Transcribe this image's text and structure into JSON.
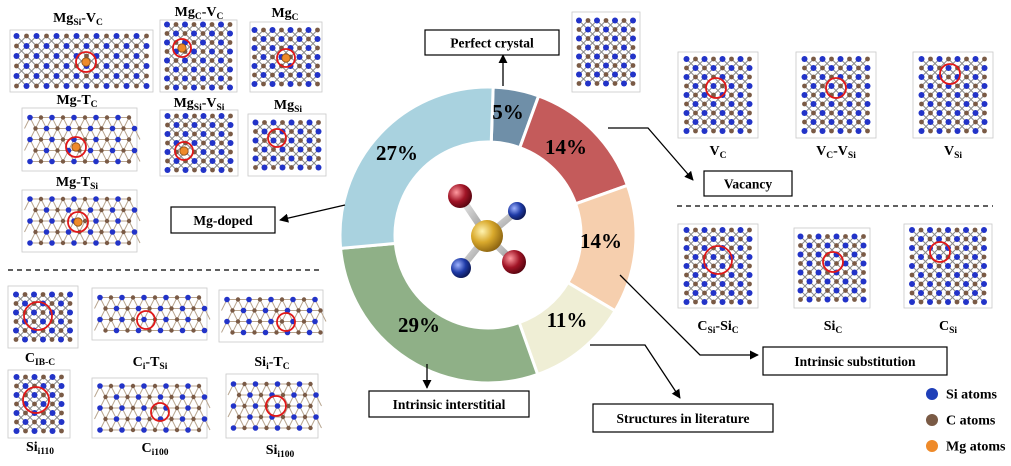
{
  "chart_data": {
    "type": "pie",
    "style": "donut",
    "slices": [
      {
        "key": "perfect",
        "value": 5,
        "label": "5%",
        "color": "#6f8fa8"
      },
      {
        "key": "vacancy",
        "value": 14,
        "label": "14%",
        "color": "#c45b5b"
      },
      {
        "key": "substitution",
        "value": 14,
        "label": "14%",
        "color": "#f6cfae"
      },
      {
        "key": "literature",
        "value": 11,
        "label": "11%",
        "color": "#efeed5"
      },
      {
        "key": "interstitial",
        "value": 29,
        "label": "29%",
        "color": "#8fb087"
      },
      {
        "key": "mgdoped",
        "value": 27,
        "label": "27%",
        "color": "#a9d2df"
      }
    ]
  },
  "categories": {
    "perfect": "Perfect crystal",
    "vacancy": "Vacancy",
    "substitution": "Intrinsic substitution",
    "literature": "Structures in literature",
    "interstitial": "Intrinsic interstitial",
    "mgdoped": "Mg-doped"
  },
  "structures": {
    "mgdoped": [
      {
        "base": "Mg",
        "sub": "Si",
        "mid": "-V",
        "sub2": "C"
      },
      {
        "base": "Mg",
        "sub": "C",
        "mid": "-V",
        "sub2": "C"
      },
      {
        "base": "Mg",
        "sub": "C",
        "mid": "",
        "sub2": ""
      },
      {
        "base": "Mg-T",
        "sub": "C",
        "mid": "",
        "sub2": ""
      },
      {
        "base": "Mg",
        "sub": "Si",
        "mid": "-V",
        "sub2": "Si"
      },
      {
        "base": "Mg",
        "sub": "Si",
        "mid": "",
        "sub2": ""
      },
      {
        "base": "Mg-T",
        "sub": "Si",
        "mid": "",
        "sub2": ""
      }
    ],
    "vacancy": [
      {
        "base": "V",
        "sub": "C",
        "mid": "",
        "sub2": ""
      },
      {
        "base": "V",
        "sub": "C",
        "mid": "-V",
        "sub2": "Si"
      },
      {
        "base": "V",
        "sub": "Si",
        "mid": "",
        "sub2": ""
      }
    ],
    "substitution": [
      {
        "base": "C",
        "sub": "Si",
        "mid": "-Si",
        "sub2": "C"
      },
      {
        "base": "Si",
        "sub": "C",
        "mid": "",
        "sub2": ""
      },
      {
        "base": "C",
        "sub": "Si",
        "mid": "",
        "sub2": ""
      }
    ],
    "interstitial": [
      {
        "base": "C",
        "sub": "IB-C",
        "mid": "",
        "sub2": ""
      },
      {
        "base": "C",
        "sub": "i",
        "mid": "-T",
        "sub2": "Si"
      },
      {
        "base": "Si",
        "sub": "i",
        "mid": "-T",
        "sub2": "C"
      },
      {
        "base": "Si",
        "sub": "i110",
        "mid": "",
        "sub2": ""
      },
      {
        "base": "C",
        "sub": "i100",
        "mid": "",
        "sub2": ""
      },
      {
        "base": "Si",
        "sub": "i100",
        "mid": "",
        "sub2": ""
      }
    ]
  },
  "legend": [
    {
      "label": "Si atoms",
      "color": "#1f3fb8"
    },
    {
      "label": "C atoms",
      "color": "#7a5a45"
    },
    {
      "label": "Mg atoms",
      "color": "#ee8a2a"
    }
  ]
}
